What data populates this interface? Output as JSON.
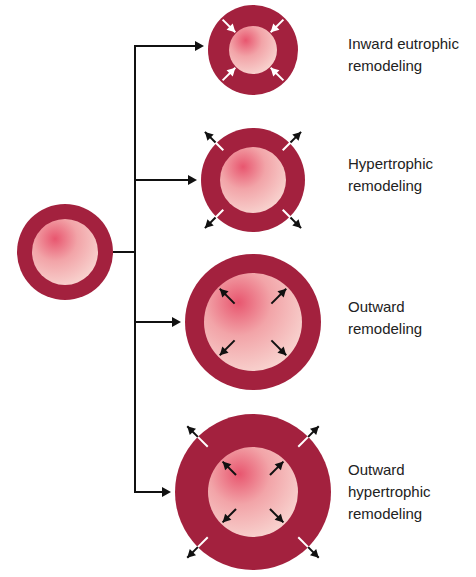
{
  "diagram": {
    "labels": [
      "Inward eutrophic remodeling",
      "Hypertrophic remodeling",
      "Outward remodeling",
      "Outward hypertrophic remodeling"
    ]
  }
}
